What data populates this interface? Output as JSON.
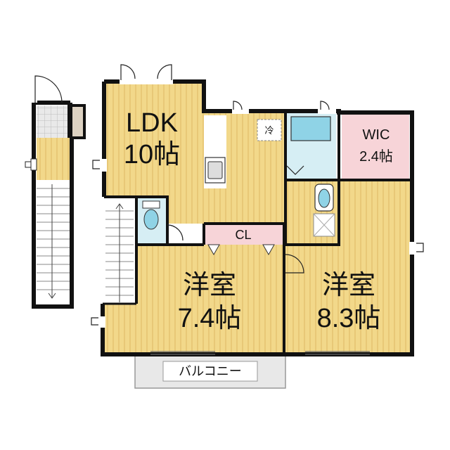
{
  "rooms": {
    "ldk": {
      "name": "LDK",
      "size": "10帖"
    },
    "west_room": {
      "name": "洋室",
      "size": "7.4帖"
    },
    "east_room": {
      "name": "洋室",
      "size": "8.3帖"
    },
    "wic": {
      "name": "WIC",
      "size": "2.4帖"
    },
    "closet": {
      "name": "CL"
    },
    "balcony": {
      "name": "バルコニー"
    },
    "fridge": {
      "name": "冷"
    }
  },
  "colors": {
    "floor_wood": "#f2d88a",
    "floor_stripe": "#e6c46c",
    "wet_area": "#d6eef4",
    "fixture": "#8fd3e6",
    "closet_pink": "#f7d4d8",
    "balcony_gray": "#e8e8e8",
    "wall": "#111111"
  }
}
